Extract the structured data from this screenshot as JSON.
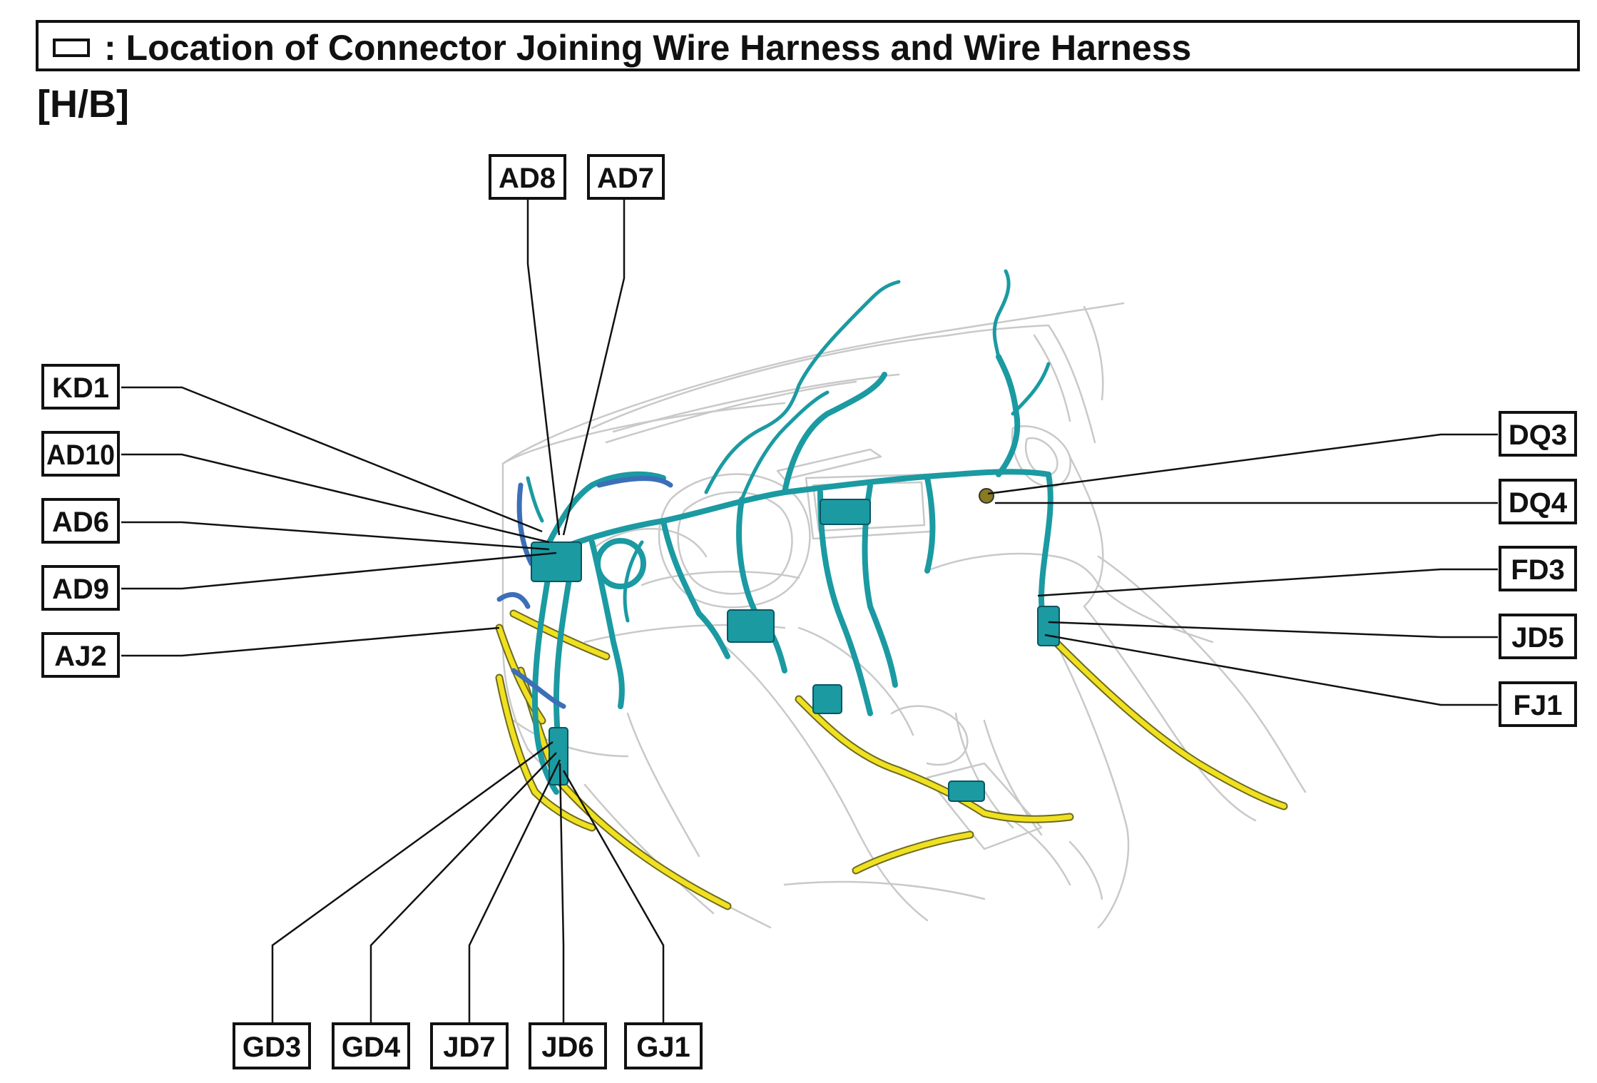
{
  "header": {
    "title": ": Location of Connector Joining Wire Harness and Wire Harness",
    "subtitle": "[H/B]",
    "symbol_icon": "connector-box-icon"
  },
  "colors": {
    "harness_main": "#1b9aa2",
    "harness_blue": "#3c6fb8",
    "floor_harness": "#f0e020",
    "outline": "#c9c9c9"
  },
  "connectors": {
    "AD8": "AD8",
    "AD7": "AD7",
    "KD1": "KD1",
    "AD10": "AD10",
    "AD6": "AD6",
    "AD9": "AD9",
    "AJ2": "AJ2",
    "DQ3": "DQ3",
    "DQ4": "DQ4",
    "FD3": "FD3",
    "JD5": "JD5",
    "FJ1": "FJ1",
    "GD3": "GD3",
    "GD4": "GD4",
    "JD7": "JD7",
    "JD6": "JD6",
    "GJ1": "GJ1"
  }
}
